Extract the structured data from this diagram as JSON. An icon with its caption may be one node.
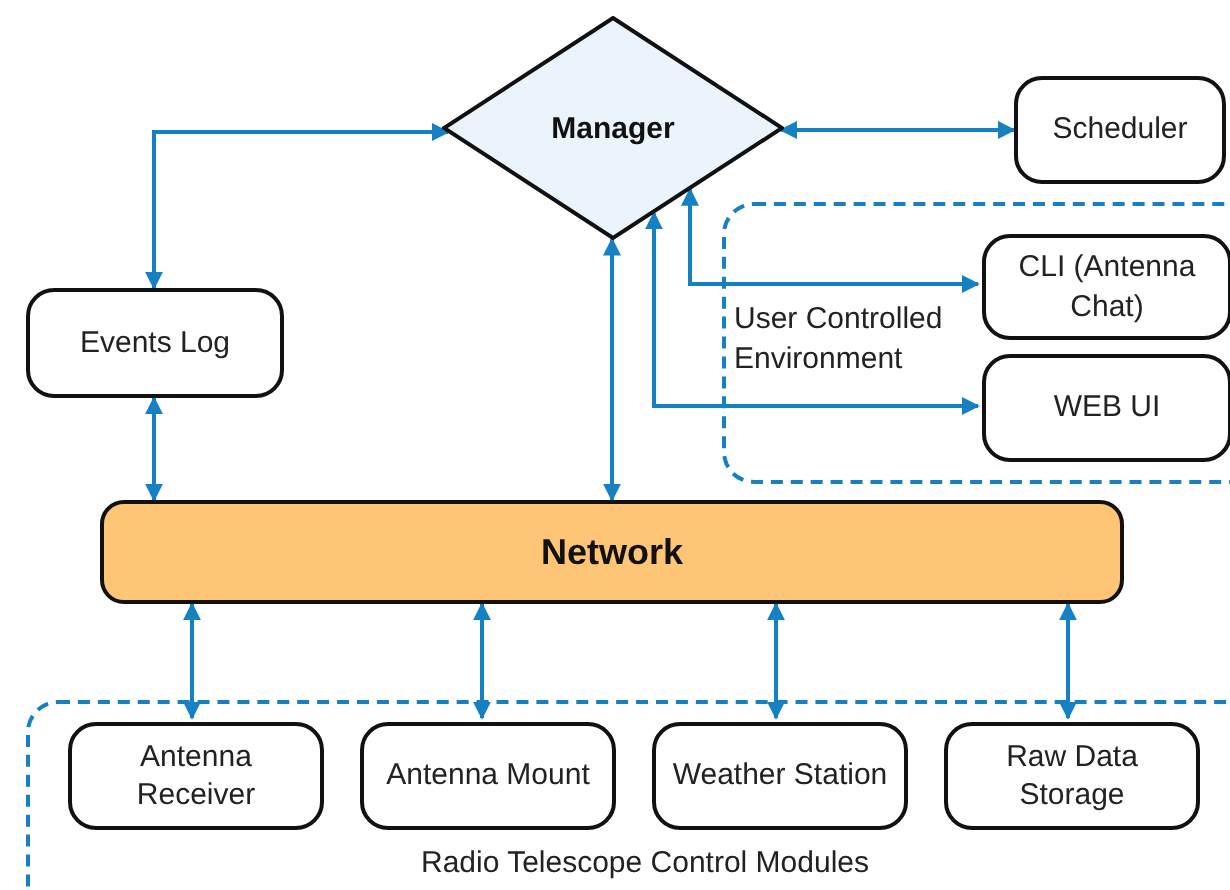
{
  "diagram": {
    "nodes": [
      {
        "text": [
          "Manager"
        ]
      },
      {
        "text": [
          "Scheduler"
        ]
      },
      {
        "text": [
          "Events Log"
        ]
      },
      {
        "text": [
          "User Controlled Environment"
        ]
      },
      {
        "text": [
          "CLI (Antenna Chat)"
        ],
        "in": 3
      },
      {
        "text": [
          "WEB UI"
        ],
        "in": 3
      },
      {
        "text": [
          "Network"
        ]
      },
      {
        "text": [
          "Radio Telescope Control Modules"
        ]
      },
      {
        "text": [
          "Antenna Receiver"
        ],
        "in": 7
      },
      {
        "text": [
          "Antenna Mount"
        ],
        "in": 7
      },
      {
        "text": [
          "Weather Station"
        ],
        "in": 7
      },
      {
        "text": [
          "Raw Data Storage"
        ],
        "in": 7
      }
    ],
    "edges": [
      {
        "from": 2,
        "to": 0,
        "arrow": "both"
      },
      {
        "from": 0,
        "to": 1,
        "arrow": "both"
      },
      {
        "from": 0,
        "to": 4,
        "arrow": "both"
      },
      {
        "from": 0,
        "to": 5,
        "arrow": "both"
      },
      {
        "from": 0,
        "to": 6,
        "arrow": "both"
      },
      {
        "from": 2,
        "to": 6,
        "arrow": "both"
      },
      {
        "from": 6,
        "to": 8,
        "arrow": "both"
      },
      {
        "from": 6,
        "to": 9,
        "arrow": "both"
      },
      {
        "from": 6,
        "to": 10,
        "arrow": "both"
      },
      {
        "from": 6,
        "to": 11,
        "arrow": "both"
      }
    ]
  }
}
